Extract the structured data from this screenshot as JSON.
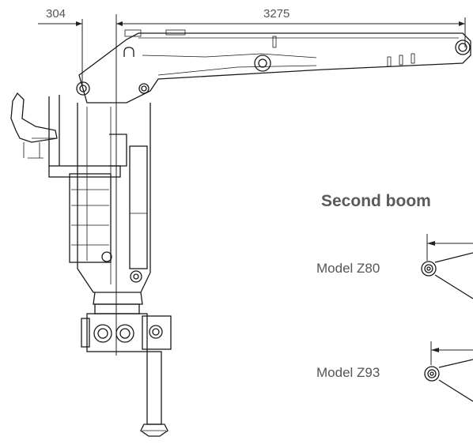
{
  "dimensions": {
    "left_offset": "304",
    "boom_reach": "3275"
  },
  "section": {
    "title": "Second boom"
  },
  "models": [
    {
      "label": "Model Z80"
    },
    {
      "label": "Model Z93"
    }
  ],
  "colors": {
    "line": "#1a1a1a",
    "text": "#555555"
  }
}
